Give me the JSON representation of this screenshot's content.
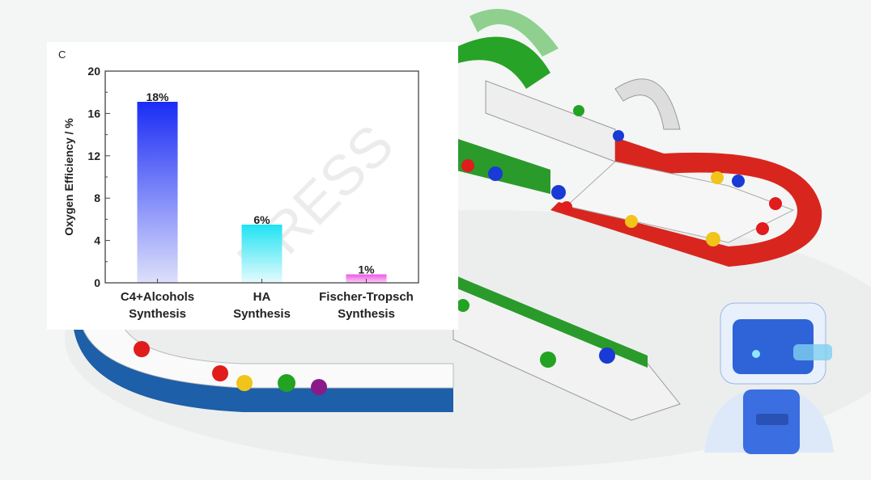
{
  "chart_data": {
    "type": "bar",
    "panel_label": "C",
    "title": "",
    "xlabel": "",
    "ylabel": "Oxygen Efficiency / %",
    "ylim": [
      0,
      20
    ],
    "yticks": [
      "0",
      "4",
      "8",
      "12",
      "16",
      "20"
    ],
    "categories": [
      [
        "C4+Alcohols",
        "Synthesis"
      ],
      [
        "HA",
        "Synthesis"
      ],
      [
        "Fischer-Tropsch",
        "Synthesis"
      ]
    ],
    "values": [
      17.1,
      5.5,
      0.8
    ],
    "data_labels": [
      "18%",
      "6%",
      "1%"
    ],
    "colors": [
      [
        "#1a2cf5",
        "#dde0fb"
      ],
      [
        "#1fe3f2",
        "#e6fbfd"
      ],
      [
        "#f054e8",
        "#fbd0f7"
      ]
    ],
    "watermark": "PRESS",
    "grid": false
  }
}
